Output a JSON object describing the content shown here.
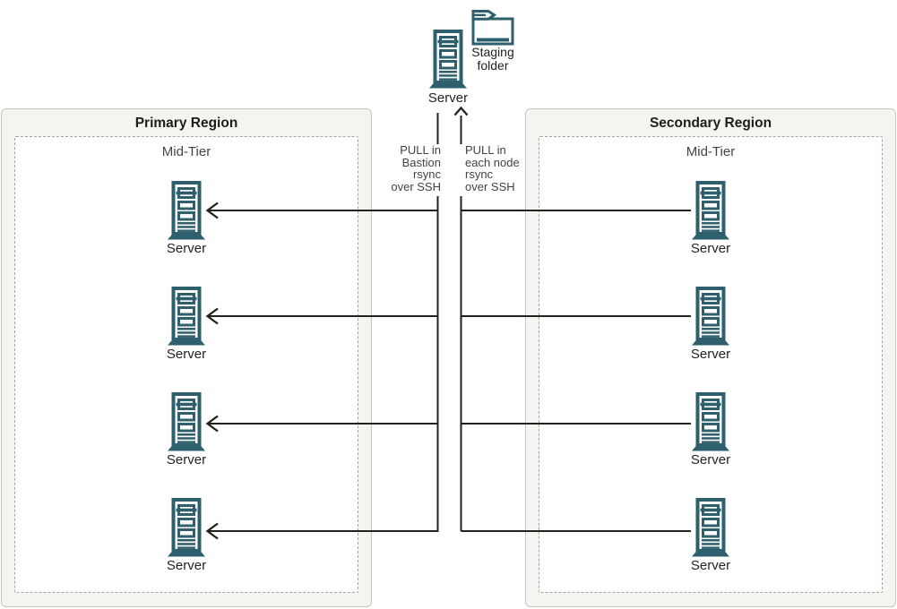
{
  "diagram": {
    "staging": {
      "server_label": "Server",
      "folder_label": "Staging folder"
    },
    "flow_left": [
      "PULL in",
      "Bastion",
      "rsync",
      "over SSH"
    ],
    "flow_right": [
      "PULL in",
      "each node",
      "rsync",
      "over SSH"
    ],
    "regions": [
      {
        "title": "Primary Region",
        "tier_label": "Mid-Tier",
        "servers": [
          "Server",
          "Server",
          "Server",
          "Server"
        ]
      },
      {
        "title": "Secondary Region",
        "tier_label": "Mid-Tier",
        "servers": [
          "Server",
          "Server",
          "Server",
          "Server"
        ]
      }
    ],
    "icons": {
      "server": "server-tower-icon",
      "staging_folder": "staging-folder-icon"
    },
    "colors": {
      "icon_teal": "#2d5f6d",
      "line_dark": "#23221f",
      "region_fill": "#f5f4f1",
      "region_border": "#c8c5c0",
      "dashed_border": "#a6a39e",
      "muted_text": "#45423e"
    }
  }
}
